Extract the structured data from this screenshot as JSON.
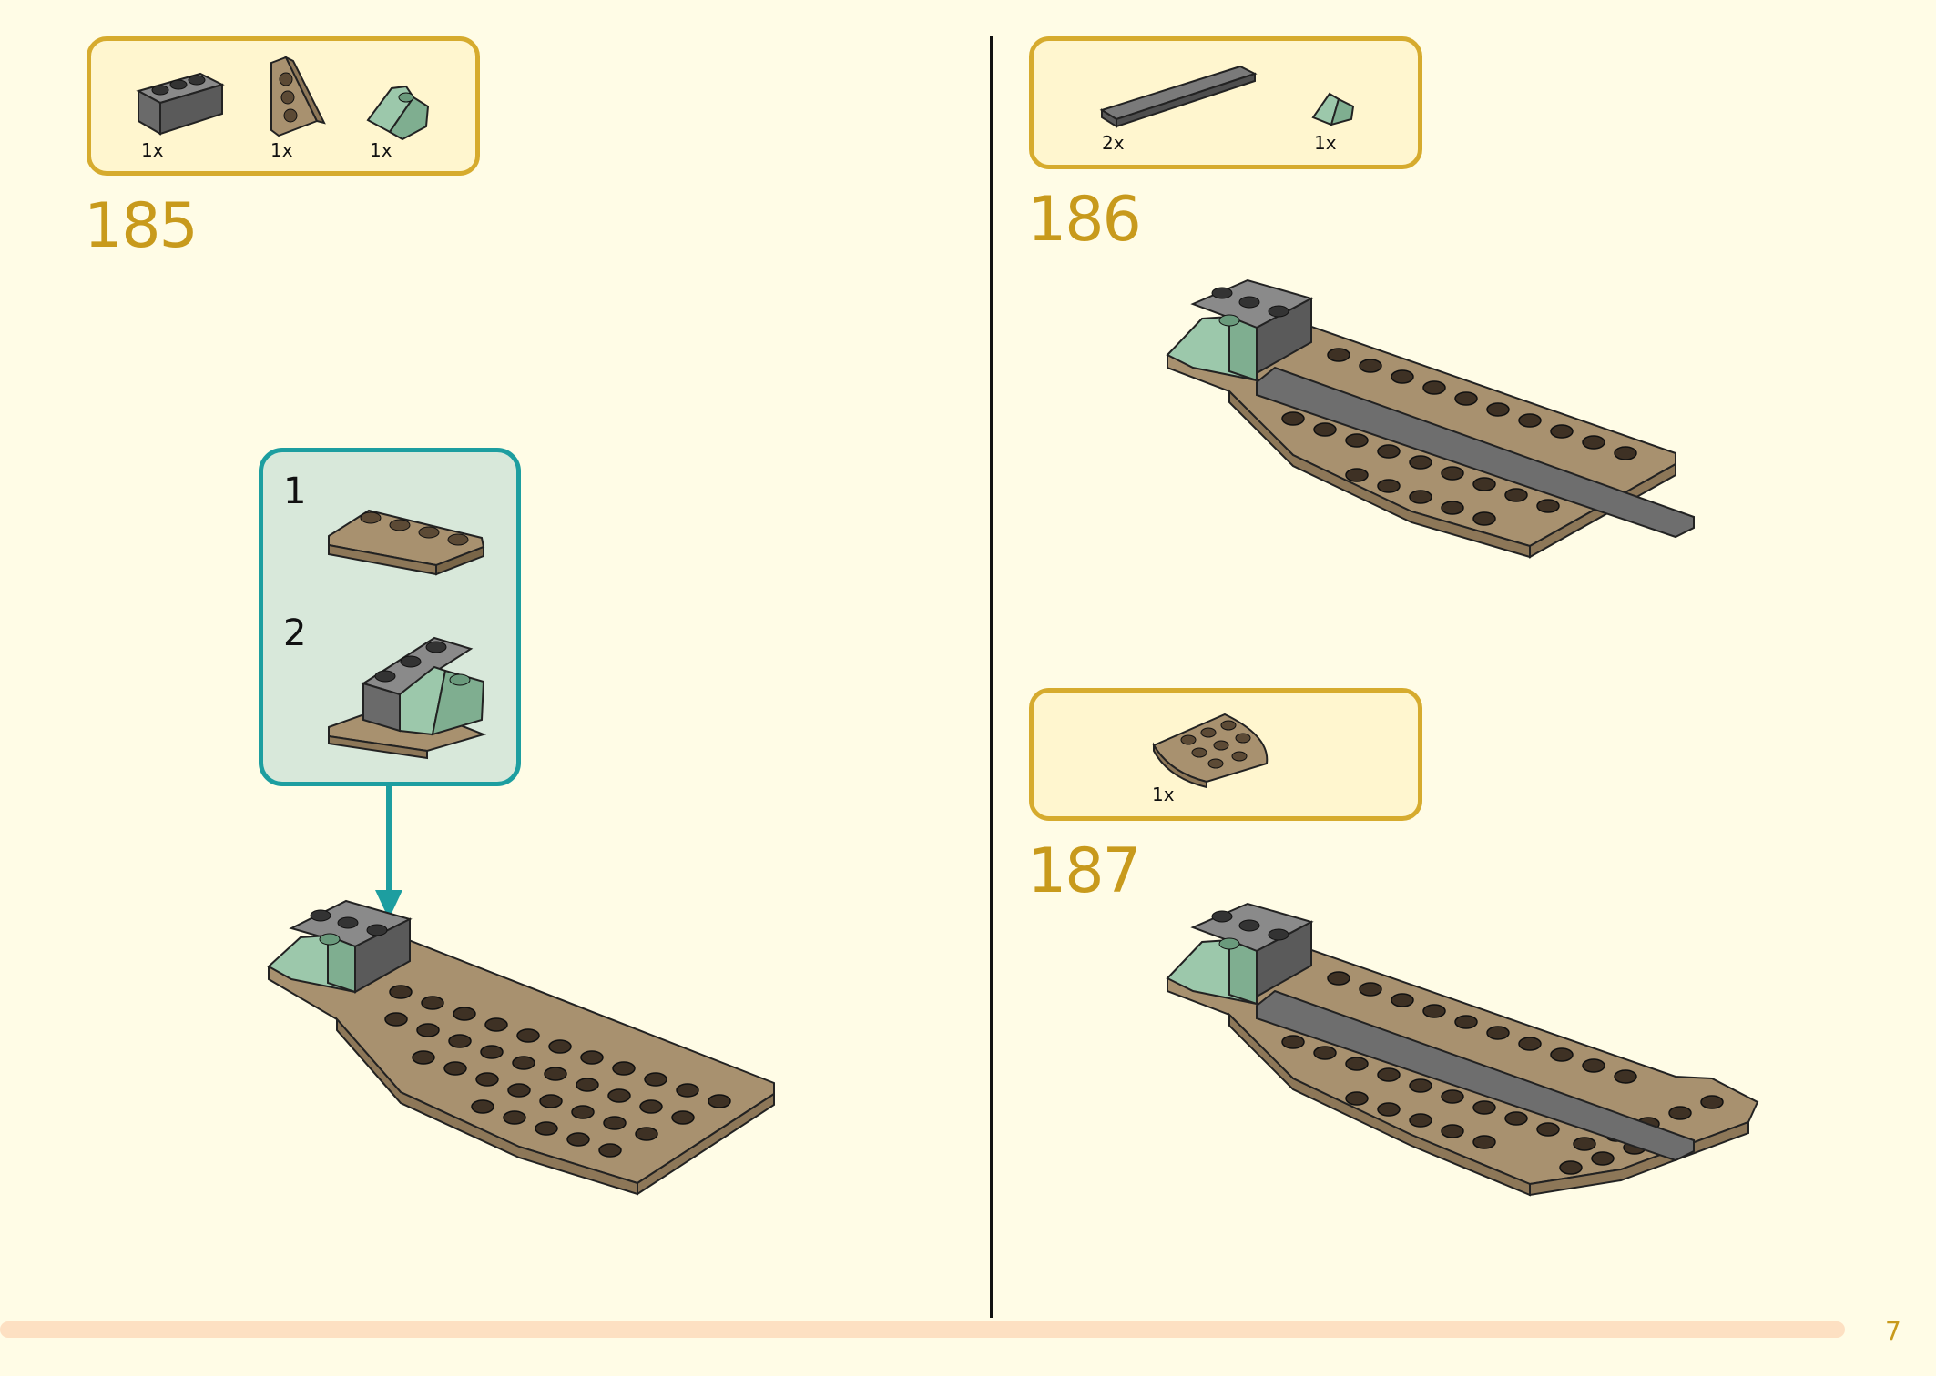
{
  "page_number": "7",
  "colors": {
    "accent": "#d6ab2e",
    "step_number": "#c89a1c",
    "subassembly": "#1d9ea0",
    "progress": "#fde0c2"
  },
  "steps": [
    {
      "number": "185",
      "parts": [
        {
          "qty": "1x",
          "name": "dark-gray-brick-1x3-icon"
        },
        {
          "qty": "1x",
          "name": "tan-wedge-plate-icon"
        },
        {
          "qty": "1x",
          "name": "sand-green-slope-icon"
        }
      ],
      "subassembly": {
        "steps": [
          {
            "label": "1"
          },
          {
            "label": "2"
          }
        ]
      }
    },
    {
      "number": "186",
      "parts": [
        {
          "qty": "2x",
          "name": "dark-gray-tile-long-icon"
        },
        {
          "qty": "1x",
          "name": "sand-green-small-slope-icon"
        }
      ]
    },
    {
      "number": "187",
      "parts": [
        {
          "qty": "1x",
          "name": "tan-quarter-round-plate-icon"
        }
      ]
    }
  ]
}
